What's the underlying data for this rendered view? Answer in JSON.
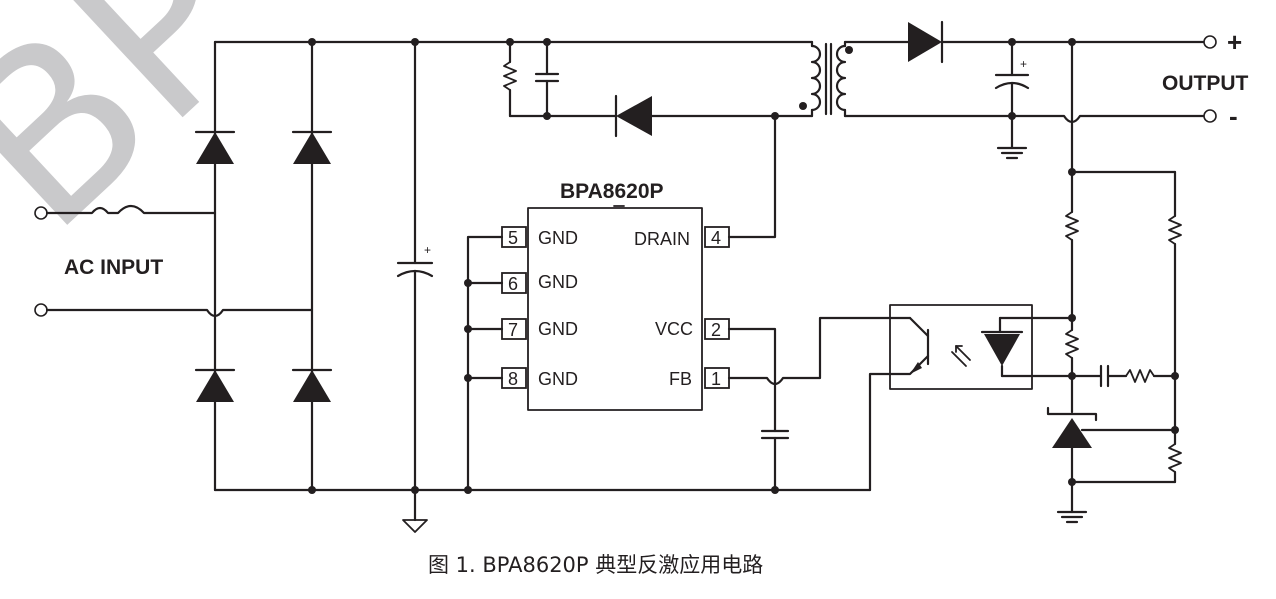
{
  "watermark": "BP",
  "chip": {
    "part_number": "BPA8620P",
    "pins_left": [
      {
        "num": "5",
        "name": "GND"
      },
      {
        "num": "6",
        "name": "GND"
      },
      {
        "num": "7",
        "name": "GND"
      },
      {
        "num": "8",
        "name": "GND"
      }
    ],
    "pins_right": [
      {
        "num": "4",
        "name": "DRAIN"
      },
      {
        "num": "2",
        "name": "VCC"
      },
      {
        "num": "1",
        "name": "FB"
      }
    ]
  },
  "labels": {
    "ac_input": "AC INPUT",
    "output": "OUTPUT",
    "plus": "+",
    "minus": "-",
    "cap_plus": "+"
  },
  "caption": "图 1. BPA8620P 典型反激应用电路"
}
